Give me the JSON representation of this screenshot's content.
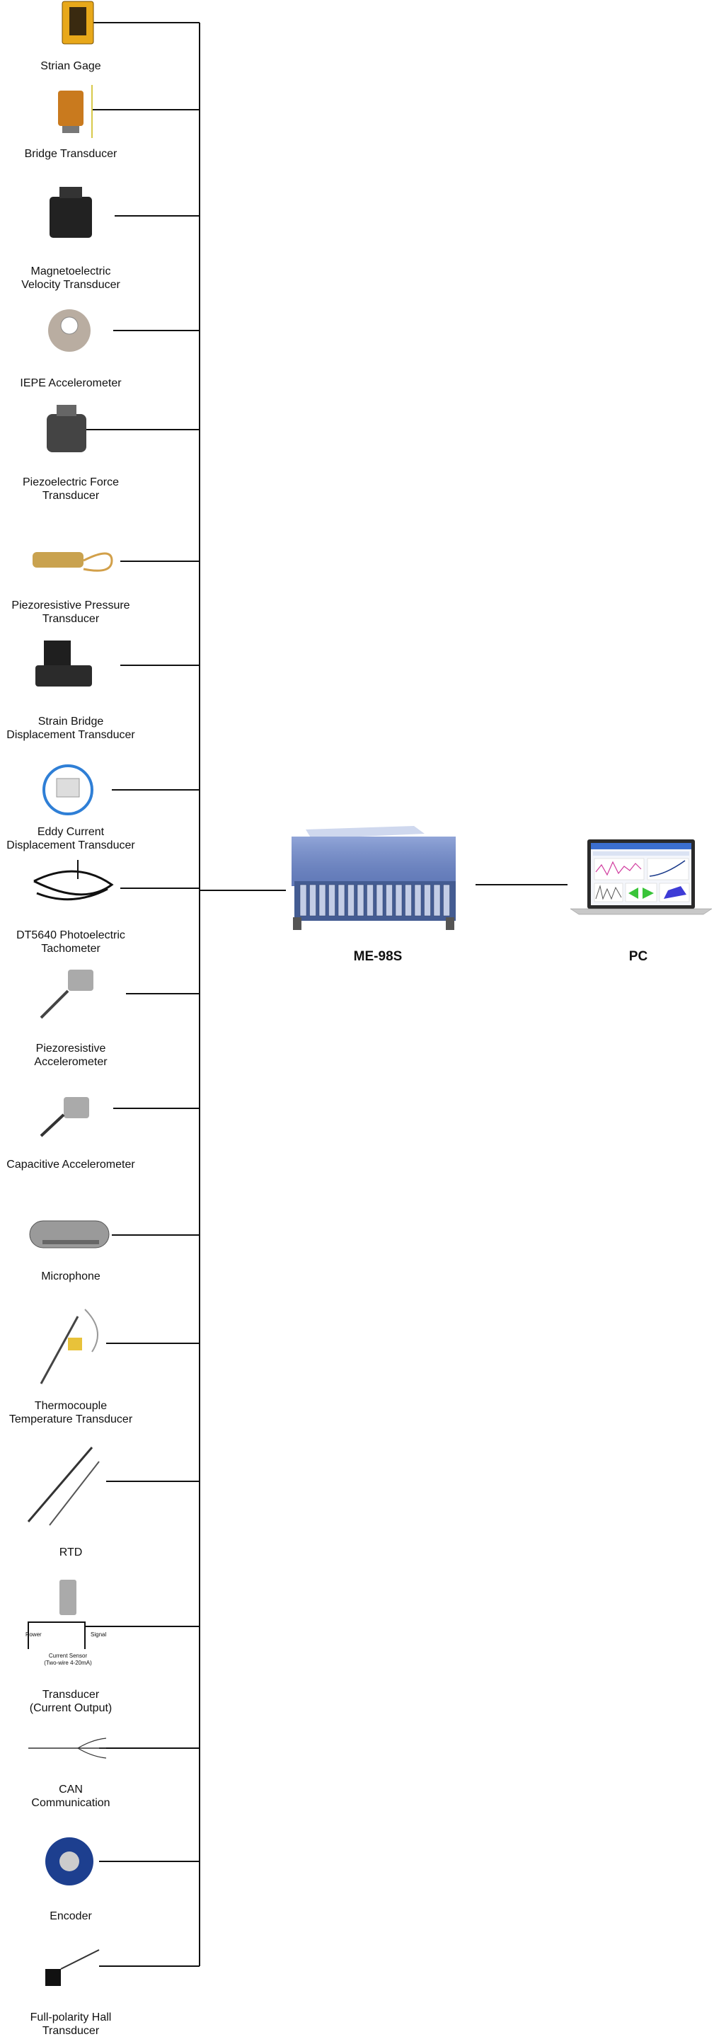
{
  "sensors": [
    {
      "name": "strain-gage",
      "lines": [
        "Strian Gage"
      ]
    },
    {
      "name": "bridge-transducer",
      "lines": [
        "Bridge Transducer"
      ]
    },
    {
      "name": "magnetoelectric-velocity-transducer",
      "lines": [
        "Magnetoelectric",
        "Velocity Transducer"
      ]
    },
    {
      "name": "iepe-accelerometer",
      "lines": [
        "IEPE Accelerometer"
      ]
    },
    {
      "name": "piezoelectric-force-transducer",
      "lines": [
        "Piezoelectric Force",
        "Transducer"
      ]
    },
    {
      "name": "piezoresistive-pressure-transducer",
      "lines": [
        "Piezoresistive Pressure",
        "Transducer"
      ]
    },
    {
      "name": "strain-bridge-displacement-transducer",
      "lines": [
        "Strain Bridge",
        "Displacement Transducer"
      ]
    },
    {
      "name": "eddy-current-displacement-transducer",
      "lines": [
        "Eddy Current",
        "Displacement Transducer"
      ]
    },
    {
      "name": "dt5640-photoelectric-tachometer",
      "lines": [
        "DT5640 Photoelectric",
        "Tachometer"
      ]
    },
    {
      "name": "piezoresistive-accelerometer",
      "lines": [
        "Piezoresistive",
        "Accelerometer"
      ]
    },
    {
      "name": "capacitive-accelerometer",
      "lines": [
        "Capacitive Accelerometer"
      ]
    },
    {
      "name": "microphone",
      "lines": [
        "Microphone"
      ]
    },
    {
      "name": "thermocouple-temperature-transducer",
      "lines": [
        "Thermocouple",
        "Temperature Transducer"
      ]
    },
    {
      "name": "rtd",
      "lines": [
        "RTD"
      ]
    },
    {
      "name": "transducer-current-output",
      "lines": [
        "Transducer",
        "(Current Output)"
      ]
    },
    {
      "name": "can-communication",
      "lines": [
        "CAN",
        "Communication"
      ]
    },
    {
      "name": "encoder",
      "lines": [
        "Encoder"
      ]
    },
    {
      "name": "full-polarity-hall-transducer",
      "lines": [
        "Full-polarity Hall",
        "Transducer"
      ]
    }
  ],
  "current_sensor_inset": {
    "power": "Power",
    "signal": "Signal",
    "caption_line1": "Current Sensor",
    "caption_line2": "(Two-wire 4-20mA)"
  },
  "device": {
    "label": "ME-98S"
  },
  "pc": {
    "label": "PC"
  },
  "colors": {
    "line": "#111111",
    "device": "#6f86c4",
    "screen": "#f4f6fb"
  }
}
